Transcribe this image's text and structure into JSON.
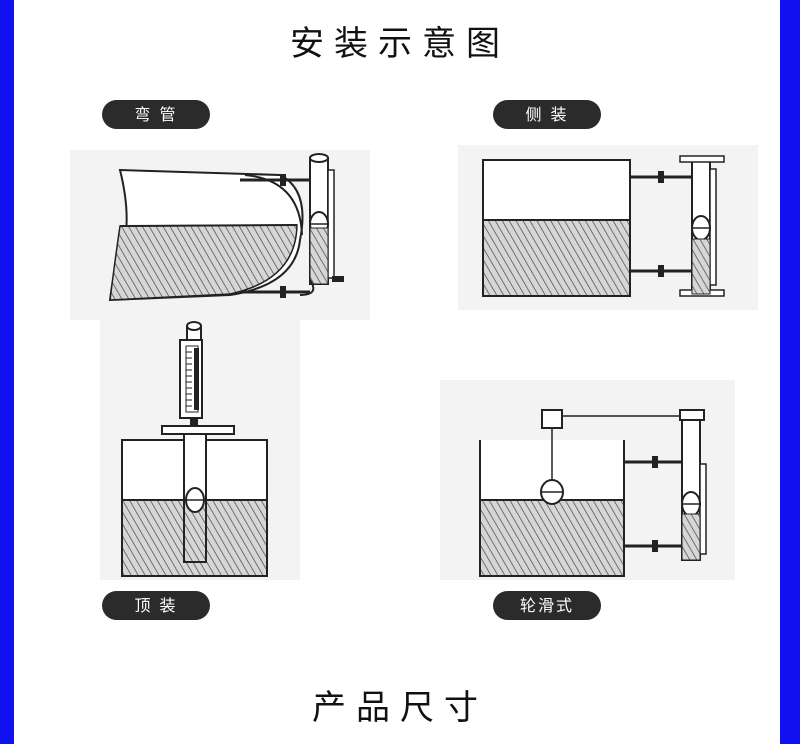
{
  "page": {
    "title": "安装示意图",
    "footer_title": "产品尺寸"
  },
  "labels": {
    "bend": "弯 管",
    "side": "侧 装",
    "top": "顶 装",
    "pulley": "轮滑式"
  },
  "colors": {
    "side_bar": "#1010f0",
    "pill_bg": "#2b2b2b",
    "pill_text": "#ffffff",
    "line": "#222222",
    "hatch": "#555555",
    "fill_bg": "#d8d8d8"
  }
}
